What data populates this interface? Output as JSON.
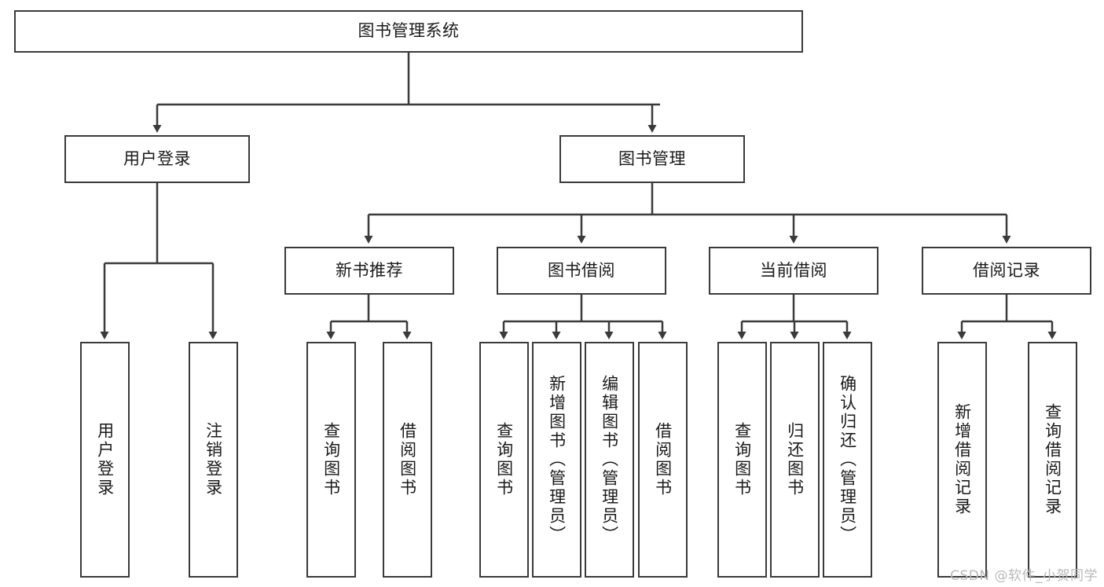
{
  "diagram": {
    "type": "tree-flowchart",
    "title": "图书管理系统",
    "colors": {
      "box_border": "#3a3a3a",
      "box_fill": "#ffffff",
      "edge": "#3a3a3a",
      "text": "#1a1a1a",
      "watermark": "#b9b9b9",
      "background": "#ffffff"
    },
    "root": {
      "label": "图书管理系统"
    },
    "level1": [
      {
        "label": "用户登录"
      },
      {
        "label": "图书管理"
      }
    ],
    "level2": [
      {
        "label": "新书推荐"
      },
      {
        "label": "图书借阅"
      },
      {
        "label": "当前借阅"
      },
      {
        "label": "借阅记录"
      }
    ],
    "leaves": {
      "user_login": [
        {
          "label": "用户登录"
        },
        {
          "label": "注销登录"
        }
      ],
      "new_book_recommend": [
        {
          "label": "查询图书"
        },
        {
          "label": "借阅图书"
        }
      ],
      "book_borrow": [
        {
          "label": "查询图书"
        },
        {
          "label": "新增图书（管理员）"
        },
        {
          "label": "编辑图书（管理员）"
        },
        {
          "label": "借阅图书"
        }
      ],
      "current_borrow": [
        {
          "label": "查询图书"
        },
        {
          "label": "归还图书"
        },
        {
          "label": "确认归还（管理员）"
        }
      ],
      "borrow_records": [
        {
          "label": "新增借阅记录"
        },
        {
          "label": "查询借阅记录"
        }
      ]
    }
  },
  "watermark": {
    "text": "CSDN @软件_小贺同学"
  }
}
